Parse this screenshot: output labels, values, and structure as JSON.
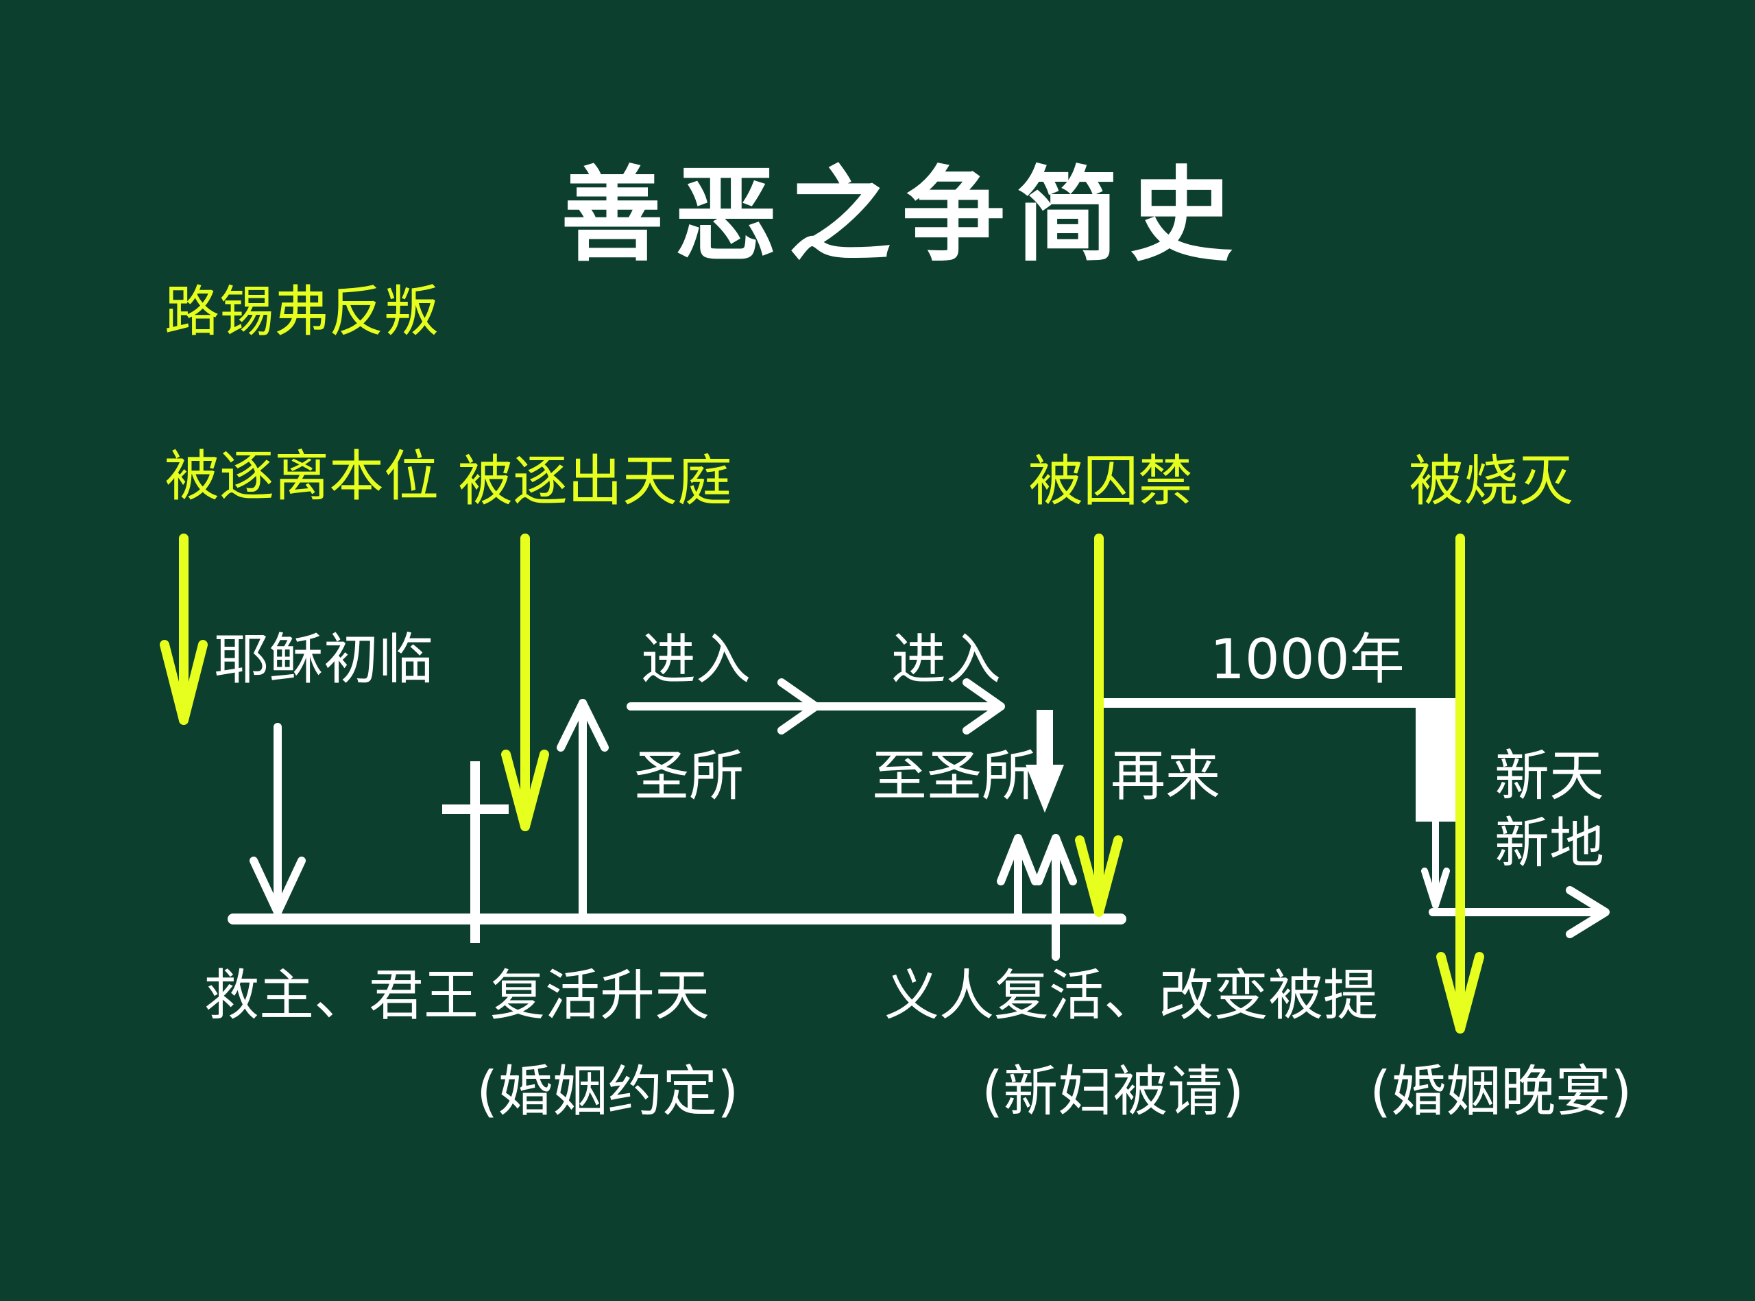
{
  "title": "善恶之争简史",
  "colors": {
    "background": "#0d3f2e",
    "white": "#ffffff",
    "yellow": "#e6ff1f"
  },
  "yellow_labels": {
    "lucifer_rebellion": "路锡弗反叛",
    "cast_from_position": "被逐离本位",
    "cast_from_heaven": "被逐出天庭",
    "imprisoned": "被囚禁",
    "destroyed": "被烧灭"
  },
  "white_labels": {
    "first_coming": "耶稣初临",
    "enter_1": "进入",
    "holy_place": "圣所",
    "enter_2": "进入",
    "most_holy_place": "至圣所",
    "second_coming": "再来",
    "thousand_years": "1000年",
    "new_heaven": "新天",
    "new_earth": "新地",
    "savior_king": "救主、君王",
    "resurrection_ascension": "复活升天",
    "marriage_covenant": "(婚姻约定)",
    "righteous_resurrection": "义人复活、改变被提",
    "bride_invited": "(新妇被请)",
    "marriage_supper": "(婚姻晚宴)"
  }
}
